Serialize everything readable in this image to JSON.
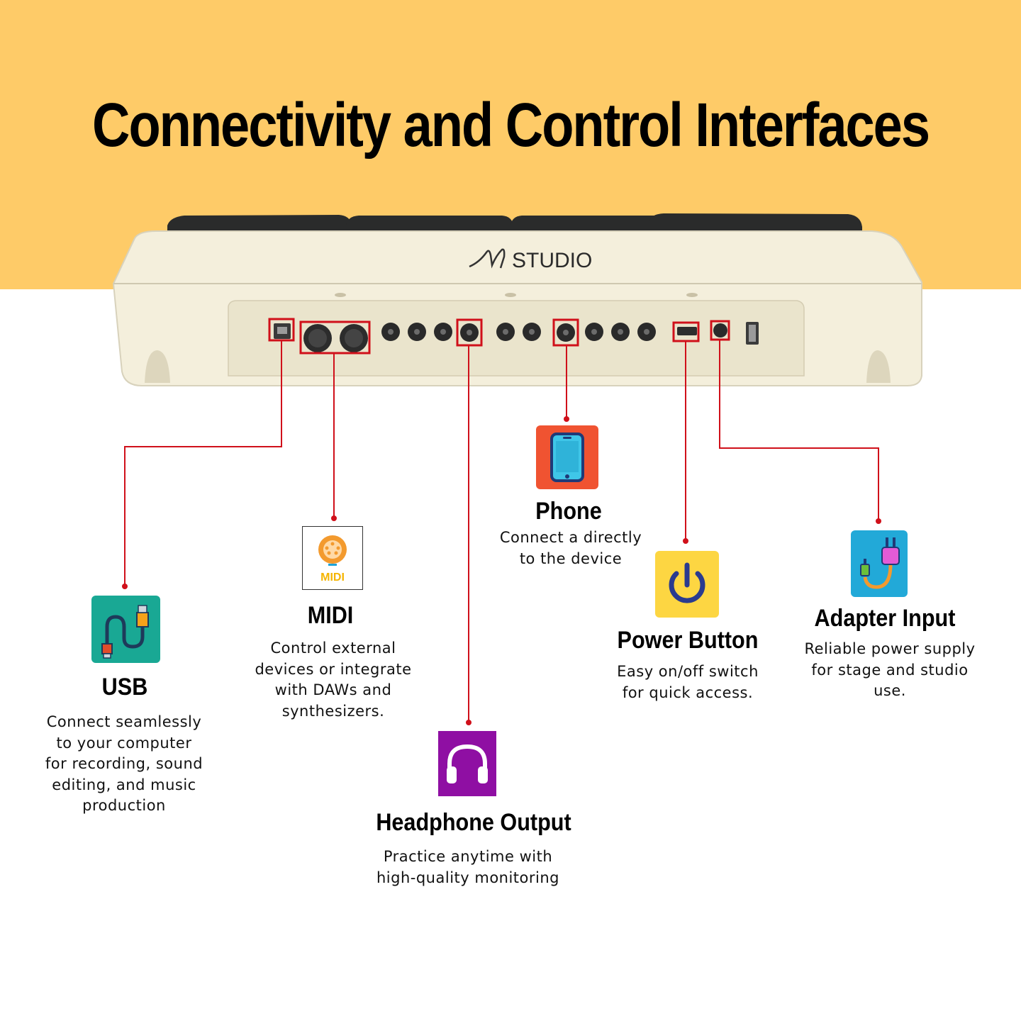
{
  "headline": "Connectivity and Control Interfaces",
  "brand_logo_text": "STUDIO",
  "colors": {
    "top_band": "#fecb68",
    "callout_red": "#d0101a",
    "usb_icon_bg": "#19a894",
    "midi_icon_bg": "#ffffff",
    "headphone_icon_bg": "#8f0fa3",
    "phone_icon_bg": "#f05331",
    "power_icon_bg": "#fdd642",
    "adapter_icon_bg": "#22a9d8"
  },
  "features": {
    "usb": {
      "icon": "usb-cable-icon",
      "title": "USB",
      "desc": [
        "Connect seamlessly",
        "to your computer",
        "for recording, sound",
        "editing, and music",
        "production"
      ]
    },
    "midi": {
      "icon": "midi-connector-icon",
      "icon_label": "MIDI",
      "title": "MIDI",
      "desc": [
        "Control external",
        "devices or integrate",
        "with DAWs and",
        "synthesizers."
      ]
    },
    "headphone": {
      "icon": "headphones-icon",
      "title": "Headphone Output",
      "desc": [
        "Practice anytime with",
        "high-quality monitoring"
      ]
    },
    "phone": {
      "icon": "smartphone-icon",
      "title": "Phone",
      "desc": [
        "Connect a directly",
        "to the device"
      ]
    },
    "power": {
      "icon": "power-icon",
      "title": "Power Button",
      "desc": [
        "Easy on/off switch",
        "for quick access."
      ]
    },
    "adapter": {
      "icon": "power-plug-icon",
      "title": "Adapter Input",
      "desc": [
        "Reliable power supply",
        "for stage and studio",
        "use."
      ]
    }
  }
}
